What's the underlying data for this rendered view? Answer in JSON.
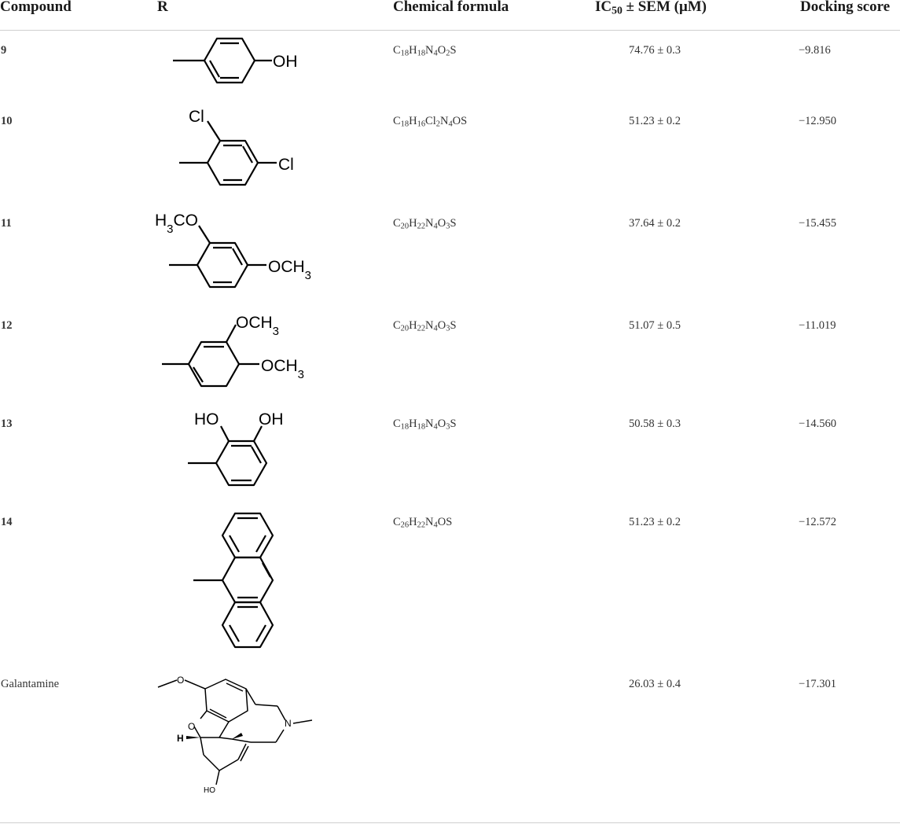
{
  "table": {
    "headers": {
      "compound": "Compound",
      "r": "R",
      "formula": "Chemical formula",
      "ic50": "IC50 ± SEM (μM)",
      "docking": "Docking score"
    },
    "rows": [
      {
        "compound": "9",
        "formula": "C18H18N4O2S",
        "ic50": "74.76 ± 0.3",
        "docking": "−9.816"
      },
      {
        "compound": "10",
        "formula": "C18H16Cl2N4OS",
        "ic50": "51.23 ± 0.2",
        "docking": "−12.950"
      },
      {
        "compound": "11",
        "formula": "C20H22N4O3S",
        "ic50": "37.64 ± 0.2",
        "docking": "−15.455"
      },
      {
        "compound": "12",
        "formula": "C20H22N4O3S",
        "ic50": "51.07 ± 0.5",
        "docking": "−11.019"
      },
      {
        "compound": "13",
        "formula": "C18H18N4O3S",
        "ic50": "50.58 ± 0.3",
        "docking": "−14.560"
      },
      {
        "compound": "14",
        "formula": "C26H22N4OS",
        "ic50": "51.23 ± 0.2",
        "docking": "−12.572"
      },
      {
        "compound": "Galantamine",
        "formula": "",
        "ic50": "26.03 ± 0.4",
        "docking": "−17.301"
      }
    ]
  },
  "structure_labels": {
    "oh": "OH",
    "cl": "Cl",
    "h3co": "H3CO",
    "och3": "OCH3",
    "ho": "HO",
    "n": "N",
    "h": "H",
    "ho_small": "HO",
    "o": "O"
  }
}
